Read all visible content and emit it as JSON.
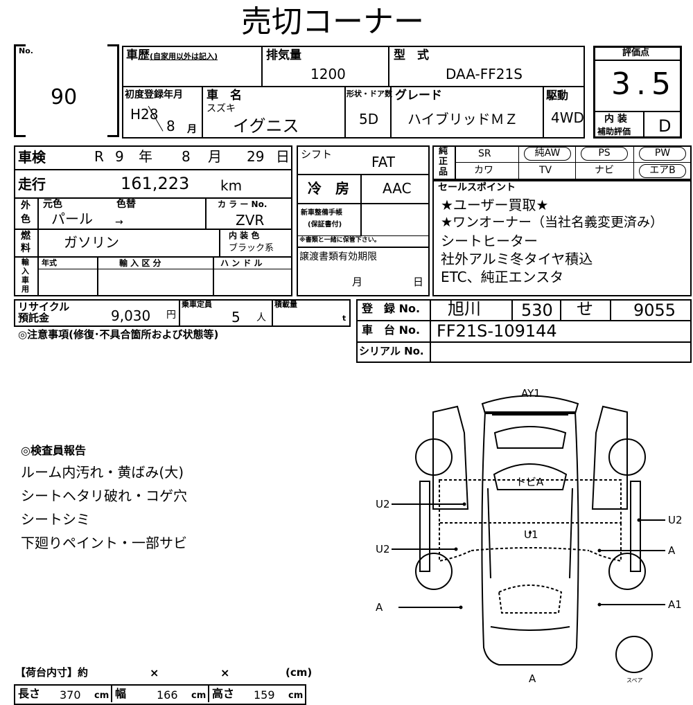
{
  "title": "売切コーナー",
  "lot": {
    "label": "No.",
    "value": "90"
  },
  "history": {
    "label": "車歴",
    "note": "(自家用以外は記入)"
  },
  "displacement": {
    "label": "排気量",
    "value": "1200"
  },
  "model": {
    "label": "型　式",
    "value": "DAA-FF21S"
  },
  "score": {
    "label": "評価点",
    "value": "3.5",
    "interior_label_1": "内 装",
    "interior_label_2": "補助評価",
    "interior_value": "D"
  },
  "first_reg": {
    "label": "初度登録年月",
    "year": "H28",
    "month": "8",
    "month_unit": "月"
  },
  "car_name": {
    "label": "車　名",
    "maker": "スズキ",
    "value": "イグニス"
  },
  "doors": {
    "label": "形状・ドア数",
    "value": "5D"
  },
  "grade": {
    "label": "グレード",
    "value": "ハイブリッドＭＺ"
  },
  "drive": {
    "label": "駆動",
    "value": "4WD"
  },
  "inspection": {
    "label": "車検",
    "era": "R",
    "year": "9",
    "year_unit": "年",
    "month": "8",
    "month_unit": "月",
    "day": "29",
    "day_unit": "日"
  },
  "shift": {
    "label": "シフト",
    "value": "FAT"
  },
  "options": {
    "label_1": "純",
    "label_2": "正",
    "label_3": "品",
    "sr": "SR",
    "aw": "純AW",
    "ps": "PS",
    "pw": "PW",
    "kawa": "カワ",
    "tv": "TV",
    "navi": "ナビ",
    "ac": "エアB"
  },
  "mileage": {
    "label": "走行",
    "value": "161,223",
    "unit": "km"
  },
  "aircon": {
    "label": "冷　房",
    "value": "AAC"
  },
  "sales_points": {
    "label": "セールスポイント",
    "lines": [
      "★ユーザー買取★",
      "★ワンオーナー（当社名義変更済み）",
      "シートヒーター",
      "社外アルミ冬タイヤ積込",
      "ETC、純正エンスタ"
    ]
  },
  "color": {
    "label_1": "外",
    "label_2": "色",
    "orig_label": "元色",
    "change_label": "色替",
    "orig_value": "パール",
    "arrow": "→",
    "code_label": "カ ラ ー No.",
    "code_value": "ZVR"
  },
  "manual": {
    "label_1": "新車整備手帳",
    "label_2": "(保証書付)",
    "note": "※書類と一緒に保管下さい。"
  },
  "fuel": {
    "label_1": "燃",
    "label_2": "料",
    "value": "ガソリン",
    "interior_color_label": "内 装 色",
    "interior_color_value": "ブラック系"
  },
  "import": {
    "label_1": "輸",
    "label_2": "入",
    "label_3": "車",
    "label_4": "用",
    "year_label": "年式",
    "type_label": "輸 入 区 分",
    "handle_label": "ハ ン ド ル"
  },
  "transfer_docs": {
    "label": "譲渡書類有効期限",
    "month_unit": "月",
    "day_unit": "日"
  },
  "recycle": {
    "label_1": "リサイクル",
    "label_2": "預託金",
    "value": "9,030",
    "unit": "円"
  },
  "capacity": {
    "label": "乗車定員",
    "value": "5",
    "unit": "人"
  },
  "load": {
    "label": "積載量",
    "unit": "t"
  },
  "registration": {
    "label": "登　録 No.",
    "area": "旭川",
    "class": "530",
    "kana": "せ",
    "number": "9055"
  },
  "chassis": {
    "label": "車　台 No.",
    "value": "FF21S-109144"
  },
  "serial": {
    "label": "シリアル No.",
    "value": ""
  },
  "notes_label": "◎注意事項(修復･不具合箇所および状態等)",
  "inspector": {
    "label": "◎検査員報告",
    "lines": [
      "ルーム内汚れ・黄ばみ(大)",
      "シートヘタリ破れ・コゲ穴",
      "シートシミ",
      "下廻りペイント・一部サビ"
    ]
  },
  "cargo": {
    "label": "【荷台内寸】約",
    "x1": "×",
    "x2": "×",
    "unit_header": "(cm)",
    "length_label": "長さ",
    "length": "370",
    "width_label": "幅",
    "width": "166",
    "height_label": "高さ",
    "height": "159",
    "unit": "cm"
  },
  "diagram": {
    "ay1": "AY1",
    "tobi": "トビA",
    "u1": "U1",
    "u2_left_1": "U2",
    "u2_left_2": "U2",
    "u2_right": "U2",
    "a_right": "A",
    "a_left": "A",
    "a1_right": "A1",
    "a_bottom": "A",
    "spare": "スペア"
  }
}
